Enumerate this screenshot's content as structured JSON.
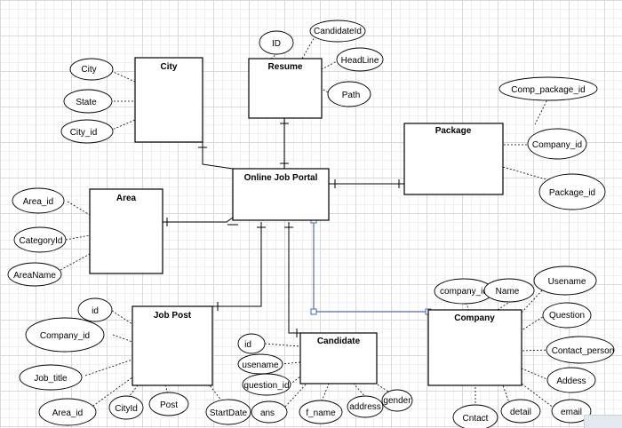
{
  "entities": {
    "city": "City",
    "resume": "Resume",
    "package": "Package",
    "portal": "Online Job Portal",
    "area": "Area",
    "job_post": "Job Post",
    "candidate": "Candidate",
    "company": "Company"
  },
  "attributes": {
    "city": [
      "City",
      "State",
      "City_id"
    ],
    "resume": [
      "ID",
      "CandidateId",
      "HeadLine",
      "Path"
    ],
    "package": [
      "Comp_package_id",
      "Company_id",
      "Package_id"
    ],
    "area": [
      "Area_id",
      "CategoryId",
      "AreaName"
    ],
    "job_post": [
      "id",
      "Company_id",
      "Job_title",
      "Area_id",
      "CityId",
      "Post",
      "StartDate"
    ],
    "candidate": [
      "id",
      "usename",
      "question_id",
      "ans",
      "f_name",
      "address",
      "gender"
    ],
    "company": [
      "company_id",
      "Name",
      "Usename",
      "Question",
      "Contact_person",
      "Addess",
      "email",
      "detail",
      "Cntact"
    ]
  },
  "colors": {
    "grid": "#d9d9d9",
    "selection": "#3b4a8c",
    "handle": "#3b6fb5"
  }
}
